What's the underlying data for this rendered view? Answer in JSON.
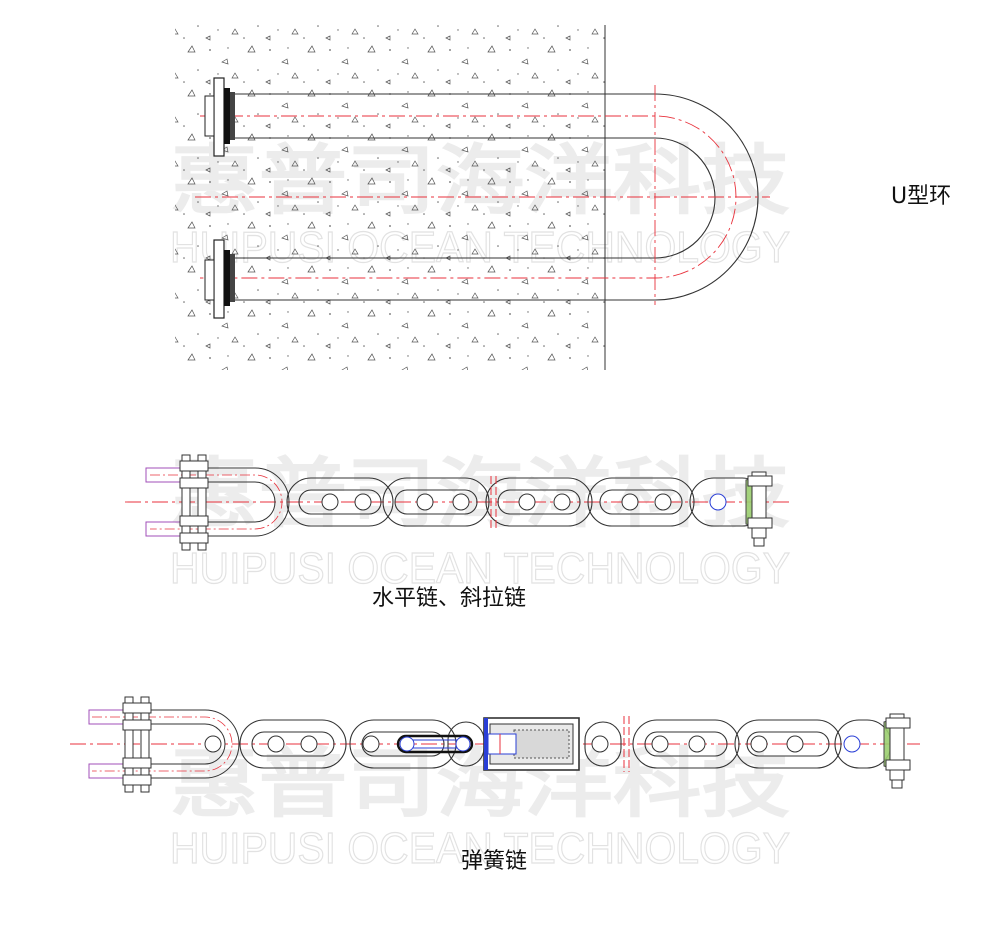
{
  "labels": {
    "u_ring": "U型环",
    "horizontal_chain": "水平链、斜拉链",
    "spring_chain": "弹簧链"
  },
  "watermark": {
    "cn": "惠普司海洋科技",
    "en": "HUIPUSI OCEAN TECHNOLOGY"
  },
  "colors": {
    "line": "#333333",
    "centerline": "#e8323c",
    "hidden": "#2a3fd6",
    "purple": "#a24fb8",
    "green": "#9ccf70",
    "watermark": "#ececec"
  },
  "icons": [
    "u-ring-figure",
    "horizontal-chain-figure",
    "spring-chain-figure",
    "shackle-icon",
    "spring-housing-icon"
  ]
}
